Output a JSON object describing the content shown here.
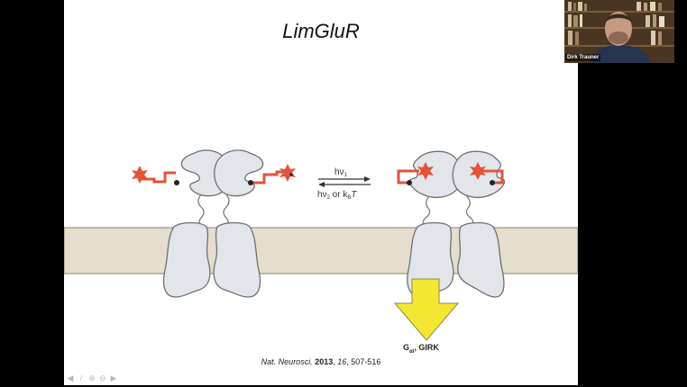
{
  "slide": {
    "title": "LimGluR",
    "equilibrium": {
      "forward_label": "hν",
      "forward_sub": "1",
      "reverse_label": "hν",
      "reverse_sub": "2",
      "reverse_suffix": " or k",
      "reverse_suffix_sub": "B",
      "reverse_T": "T"
    },
    "output_label": {
      "main": "G",
      "sub": "αi",
      "rest": ", GIRK"
    },
    "citation": {
      "journal": "Nat. Neurosci.",
      "year": "2013",
      "volume": "16",
      "pages": "507-516"
    },
    "colors": {
      "membrane": "#e5ddcd",
      "membrane_edge": "#a9a59b",
      "protein_fill": "#e2e5ea",
      "protein_stroke": "#707070",
      "photoswitch": "#e2543a",
      "arrow_yellow": "#f4e733"
    }
  },
  "toolbar": {
    "items": [
      {
        "name": "previous-slide",
        "glyph": "◀"
      },
      {
        "name": "pen",
        "glyph": "/"
      },
      {
        "name": "zoom-in",
        "glyph": "⊕"
      },
      {
        "name": "zoom-out",
        "glyph": "⊖"
      },
      {
        "name": "next-slide",
        "glyph": "▶"
      }
    ]
  },
  "video": {
    "participant_name": "Dirk Trauner"
  }
}
